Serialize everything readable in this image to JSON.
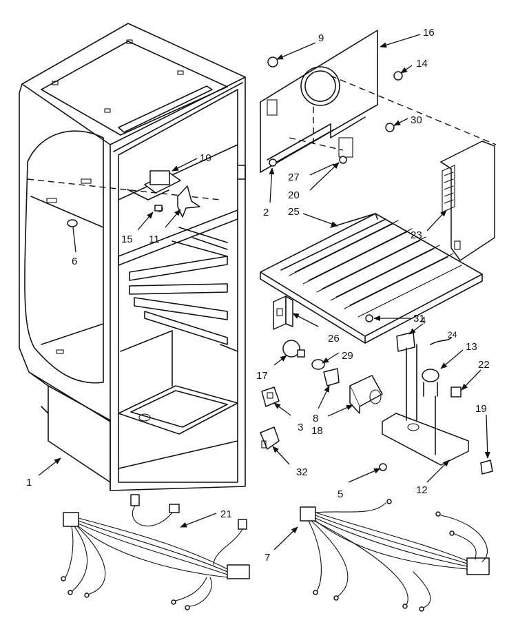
{
  "callouts": {
    "c1": "1",
    "c2": "2",
    "c3": "3",
    "c4": "4",
    "c5": "5",
    "c6": "6",
    "c7": "7",
    "c8": "8",
    "c9": "9",
    "c10": "10",
    "c11": "11",
    "c12": "12",
    "c13": "13",
    "c14": "14",
    "c15": "15",
    "c16": "16",
    "c17": "17",
    "c18": "18",
    "c19": "19",
    "c20": "20",
    "c21": "21",
    "c22": "22",
    "c23": "23",
    "c24": "24",
    "c25": "25",
    "c26": "26",
    "c27": "27",
    "c29": "29",
    "c30": "30",
    "c31": "31",
    "c32": "32"
  }
}
